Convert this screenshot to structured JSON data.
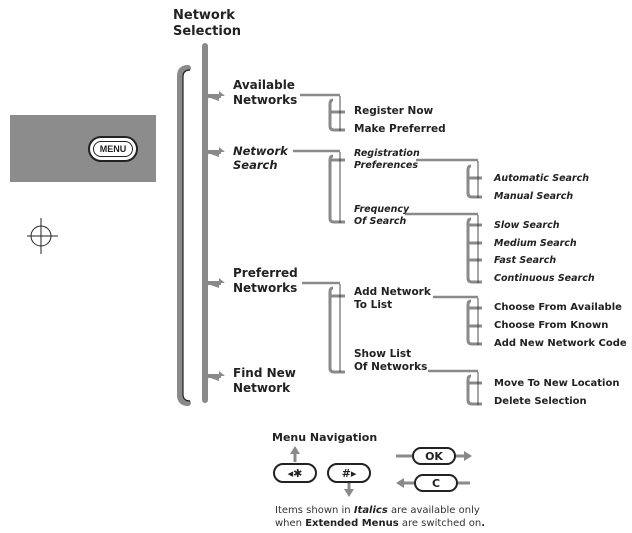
{
  "title": {
    "line1": "Network",
    "line2": "Selection"
  },
  "menu_key": {
    "label": "MENU"
  },
  "level1": {
    "available": {
      "line1": "Available",
      "line2": "Networks"
    },
    "search": {
      "line1": "Network",
      "line2": "Search"
    },
    "preferred": {
      "line1": "Preferred",
      "line2": "Networks"
    },
    "find": {
      "line1": "Find New",
      "line2": "Network"
    }
  },
  "level2": {
    "register_now": "Register Now",
    "make_preferred": "Make Preferred",
    "registration_prefs": {
      "line1": "Registration",
      "line2": "Preferences"
    },
    "frequency": {
      "line1": "Frequency",
      "line2": "Of Search"
    },
    "add_network": {
      "line1": "Add Network",
      "line2": "To List"
    },
    "show_list": {
      "line1": "Show List",
      "line2": "Of Networks"
    }
  },
  "level3": {
    "automatic": "Automatic Search",
    "manual": "Manual Search",
    "slow": "Slow Search",
    "medium": "Medium Search",
    "fast": "Fast Search",
    "continuous": "Continuous Search",
    "choose_available": "Choose From Available",
    "choose_known": "Choose From Known",
    "add_code": "Add New Network Code",
    "move": "Move To New Location",
    "delete": "Delete Selection"
  },
  "navigation": {
    "title": "Menu Navigation",
    "key_star": "◂✱",
    "key_hash": "#▸",
    "key_ok": "OK",
    "key_c": "C"
  },
  "note": {
    "part1": "Items shown in ",
    "italics_word": "Italics",
    "part2": " are available only",
    "part3": "when ",
    "extended": "Extended Menus",
    "part4": " are switched on",
    "period": "."
  }
}
